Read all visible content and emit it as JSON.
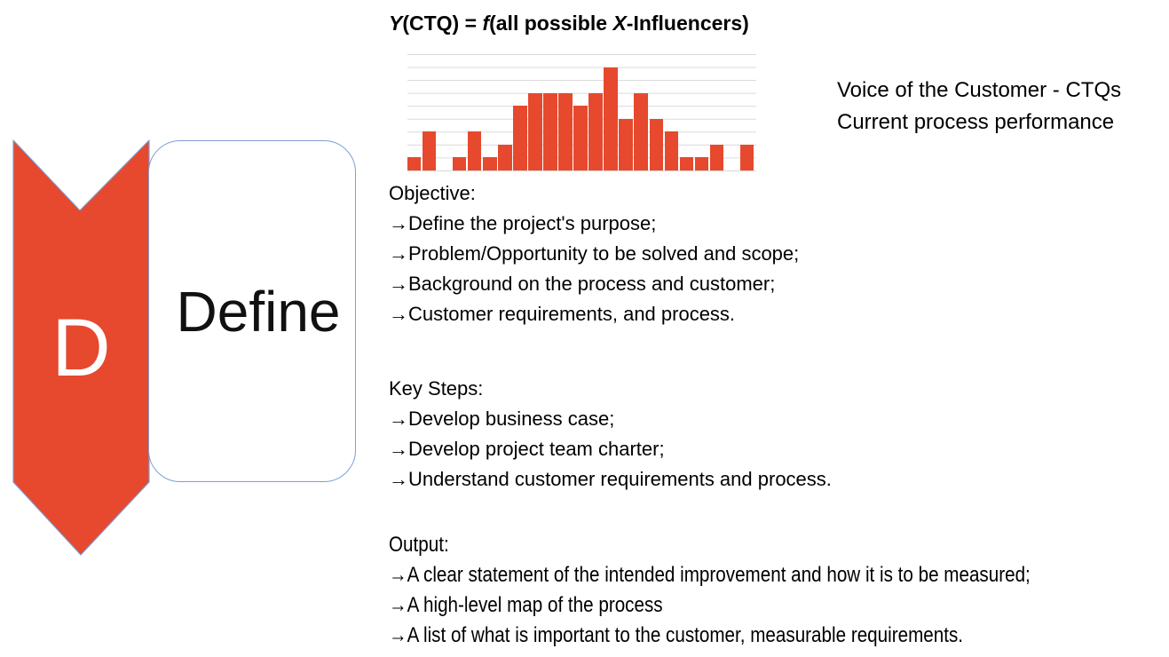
{
  "formula": {
    "parts": [
      "Y",
      "(CTQ) = ",
      "f",
      "(all possible ",
      "X",
      "-Influencers)"
    ]
  },
  "voc": {
    "line1": "Voice of the Customer - CTQs",
    "line2": "Current process performance"
  },
  "process": {
    "letter": "D",
    "name": "Define"
  },
  "sections": {
    "objective": {
      "heading": "Objective:",
      "items": [
        "→Define the project's purpose;",
        "→Problem/Opportunity to be solved and scope;",
        "→Background on the process and customer;",
        "→Customer requirements, and process."
      ]
    },
    "key_steps": {
      "heading": "Key Steps:",
      "items": [
        "→Develop business case;",
        "→Develop project team charter;",
        "→Understand customer requirements and process."
      ]
    },
    "output": {
      "heading": "Output:",
      "items": [
        "→A clear statement of the intended improvement and how it is to be measured;",
        "→A high-level map of the process",
        "→A list of what is important to the customer, measurable requirements."
      ]
    }
  },
  "chart_data": {
    "type": "bar",
    "title": "Y(CTQ) = f(all possible X-Influencers)",
    "values": [
      1,
      3,
      0,
      1,
      3,
      1,
      2,
      5,
      6,
      6,
      6,
      5,
      6,
      8,
      4,
      6,
      4,
      3,
      1,
      1,
      2,
      0,
      2
    ],
    "xlabel": "",
    "ylabel": "",
    "ylim": [
      0,
      9
    ],
    "grid": "horizontal, every 1 unit",
    "legend": false,
    "bar_color": "#E6492E",
    "gridline_color": "#D9D9D9"
  },
  "colors": {
    "accent_red": "#E6492E",
    "shape_border_blue": "#7F9ED6",
    "text": "#000000"
  }
}
